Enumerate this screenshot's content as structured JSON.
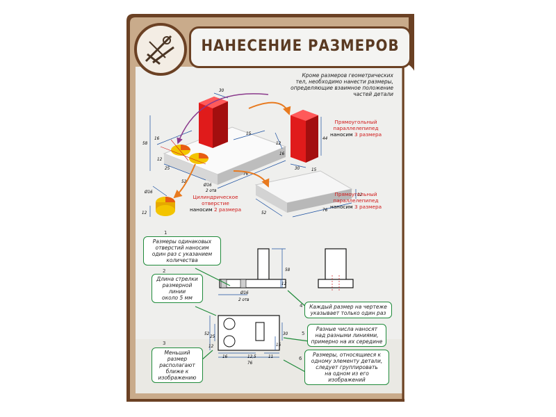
{
  "title": "НАНЕСЕНИЕ РАЗМЕРОВ",
  "intro_note": [
    "Кроме размеров геометрических",
    "тел, необходимо нанести размеры,",
    "определяющие взаимное положение",
    "частей детали"
  ],
  "parts": {
    "prism_small": {
      "line1": "Прямоугольный",
      "line2": "параллелепипед",
      "line3_pre": "наносим ",
      "line3_hl": "3 размера"
    },
    "prism_large": {
      "line1": "Прямоугольный",
      "line2": "параллелепипед",
      "line3_pre": "наносим ",
      "line3_hl": "3 размера"
    },
    "hole": {
      "line1": "Цилиндрическое",
      "line2": "отверстие",
      "line3_pre": "наносим ",
      "line3_hl": "2 размера"
    }
  },
  "rules": [
    {
      "num": "1",
      "text": [
        "Размеры одинаковых",
        "отверстий наносим",
        "один раз с указанием",
        "количества"
      ]
    },
    {
      "num": "2",
      "text": [
        "Длина стрелки",
        "размерной",
        "линии",
        "около 5 мм"
      ]
    },
    {
      "num": "3",
      "text": [
        "Меньший размер",
        "располагают",
        "ближе к",
        "изображению"
      ]
    },
    {
      "num": "4",
      "text": [
        "Каждый размер на чертеже",
        "указывает только один раз"
      ]
    },
    {
      "num": "5",
      "text": [
        "Разные числа наносят",
        "над разными линиями,",
        "примерно на их середине"
      ]
    },
    {
      "num": "6",
      "text": [
        "Размеры, относящиеся к",
        "одному элементу детали,",
        "следует группировать",
        "на одном из его изображений"
      ]
    }
  ],
  "dims": {
    "iso_height": "58",
    "iso_top": "30",
    "iso_side": "15",
    "iso_r1": "12",
    "iso_r2": "16",
    "iso_a": "16",
    "iso_b": "25",
    "iso_c": "12",
    "iso_w": "52",
    "iso_hole": "Ø16",
    "iso_holes": "2 отв",
    "iso_len": "76",
    "ps_h": "44",
    "ps_w": "30",
    "ps_d": "15",
    "pl_h": "12",
    "pl_w": "52",
    "pl_l": "76",
    "hole_d": "Ø16",
    "hole_l": "12",
    "front_h": "58",
    "front_hole": "Ø16",
    "front_holes": "2 отв",
    "front_base": "12",
    "top_w": "52",
    "top_25": "25",
    "top_12": "12",
    "top_30": "30",
    "top_15": "15",
    "top_16": "16",
    "top_125": "12,5",
    "top_11": "11",
    "top_76": "76"
  },
  "colors": {
    "frame": "#6b4124",
    "panel": "#c6a888",
    "board": "#f1f1ef",
    "accent_green": "#1f8a3a",
    "dim_blue": "#1a4fa0",
    "red": "#d01818"
  }
}
